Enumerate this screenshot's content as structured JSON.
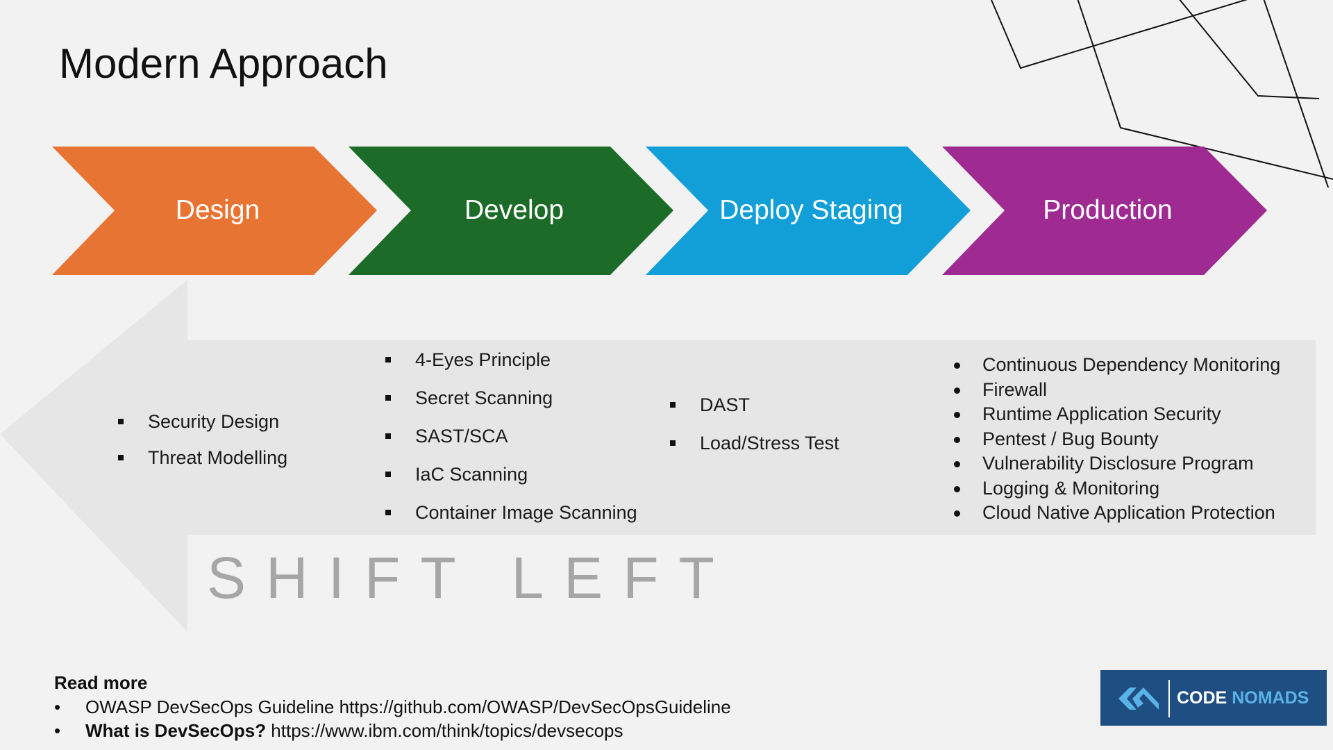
{
  "title": "Modern Approach",
  "stages": [
    {
      "label": "Design",
      "color": "#e87434"
    },
    {
      "label": "Develop",
      "color": "#1c6b28"
    },
    {
      "label": "Deploy Staging",
      "color": "#129fd8"
    },
    {
      "label": "Production",
      "color": "#9e2a92"
    }
  ],
  "design_items": [
    "Security Design",
    "Threat Modelling"
  ],
  "develop_items": [
    "4-Eyes Principle",
    "Secret Scanning",
    "SAST/SCA",
    "IaC Scanning",
    "Container Image Scanning"
  ],
  "deploy_items": [
    "DAST",
    "Load/Stress Test"
  ],
  "production_items": [
    "Continuous Dependency Monitoring",
    "Firewall",
    "Runtime Application Security",
    "Pentest / Bug Bounty",
    "Vulnerability Disclosure Program",
    "Logging & Monitoring",
    "Cloud Native Application Protection"
  ],
  "shift_left": "SHIFT LEFT",
  "read_more": {
    "heading": "Read more",
    "refs": [
      {
        "bold": "",
        "text": "OWASP DevSecOps Guideline https://github.com/OWASP/DevSecOpsGuideline"
      },
      {
        "bold": "What is DevSecOps?",
        "text": " https://www.ibm.com/think/topics/devsecops"
      }
    ]
  },
  "logo": {
    "code": "CODE",
    "nomads": "NOMADS",
    "icon": "code-nomads-logo-icon"
  },
  "colors": {
    "arrow_bg": "#e6e6e6",
    "shift_text": "#a6a6a6",
    "logo_bg": "#1f4e82",
    "logo_accent": "#5ab3e6"
  }
}
